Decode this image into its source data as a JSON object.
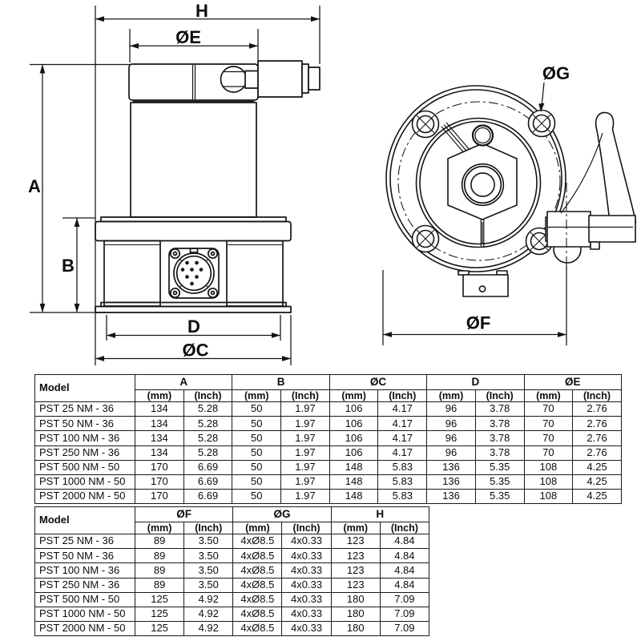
{
  "drawing": {
    "labels": {
      "h": "H",
      "e": "ØE",
      "a": "A",
      "b": "B",
      "d": "D",
      "c": "ØC",
      "g": "ØG",
      "f": "ØF"
    }
  },
  "table1": {
    "model_header": "Model",
    "unit_mm": "(mm)",
    "unit_inch": "(Inch)",
    "groups": [
      "A",
      "B",
      "ØC",
      "D",
      "ØE"
    ],
    "rows": [
      {
        "model": "PST 25 NM - 36",
        "values": [
          "134",
          "5.28",
          "50",
          "1.97",
          "106",
          "4.17",
          "96",
          "3.78",
          "70",
          "2.76"
        ]
      },
      {
        "model": "PST 50 NM - 36",
        "values": [
          "134",
          "5.28",
          "50",
          "1.97",
          "106",
          "4.17",
          "96",
          "3.78",
          "70",
          "2.76"
        ]
      },
      {
        "model": "PST 100 NM - 36",
        "values": [
          "134",
          "5.28",
          "50",
          "1.97",
          "106",
          "4.17",
          "96",
          "3.78",
          "70",
          "2.76"
        ]
      },
      {
        "model": "PST 250 NM - 36",
        "values": [
          "134",
          "5.28",
          "50",
          "1.97",
          "106",
          "4.17",
          "96",
          "3.78",
          "70",
          "2.76"
        ]
      },
      {
        "model": "PST 500 NM - 50",
        "values": [
          "170",
          "6.69",
          "50",
          "1.97",
          "148",
          "5.83",
          "136",
          "5.35",
          "108",
          "4.25"
        ]
      },
      {
        "model": "PST 1000 NM - 50",
        "values": [
          "170",
          "6.69",
          "50",
          "1.97",
          "148",
          "5.83",
          "136",
          "5.35",
          "108",
          "4.25"
        ]
      },
      {
        "model": "PST 2000 NM - 50",
        "values": [
          "170",
          "6.69",
          "50",
          "1.97",
          "148",
          "5.83",
          "136",
          "5.35",
          "108",
          "4.25"
        ]
      }
    ]
  },
  "table2": {
    "model_header": "Model",
    "unit_mm": "(mm)",
    "unit_inch": "(Inch)",
    "groups": [
      "ØF",
      "ØG",
      "H"
    ],
    "rows": [
      {
        "model": "PST 25 NM - 36",
        "values": [
          "89",
          "3.50",
          "4xØ8.5",
          "4x0.33",
          "123",
          "4.84"
        ]
      },
      {
        "model": "PST 50 NM - 36",
        "values": [
          "89",
          "3.50",
          "4xØ8.5",
          "4x0.33",
          "123",
          "4.84"
        ]
      },
      {
        "model": "PST 100 NM - 36",
        "values": [
          "89",
          "3.50",
          "4xØ8.5",
          "4x0.33",
          "123",
          "4.84"
        ]
      },
      {
        "model": "PST 250 NM - 36",
        "values": [
          "89",
          "3.50",
          "4xØ8.5",
          "4x0.33",
          "123",
          "4.84"
        ]
      },
      {
        "model": "PST 500 NM - 50",
        "values": [
          "125",
          "4.92",
          "4xØ8.5",
          "4x0.33",
          "180",
          "7.09"
        ]
      },
      {
        "model": "PST 1000 NM - 50",
        "values": [
          "125",
          "4.92",
          "4xØ8.5",
          "4x0.33",
          "180",
          "7.09"
        ]
      },
      {
        "model": "PST 2000 NM - 50",
        "values": [
          "125",
          "4.92",
          "4xØ8.5",
          "4x0.33",
          "180",
          "7.09"
        ]
      }
    ]
  }
}
